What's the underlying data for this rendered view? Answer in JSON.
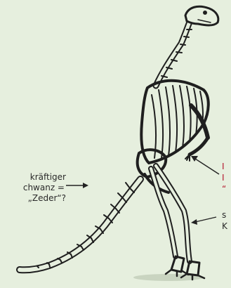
{
  "labels": {
    "tail_line1": "kräftiger",
    "tail_line2": "chwanz =",
    "tail_line3": "„Zeder“?",
    "arm_line1": "I",
    "arm_line2": "I",
    "arm_line3": "“",
    "leg_line1": "s",
    "leg_line2": "K"
  },
  "colors": {
    "background": "#e6efde",
    "skeleton": "#1f1f1f",
    "accent": "#b3142a",
    "arrow": "#222222"
  }
}
